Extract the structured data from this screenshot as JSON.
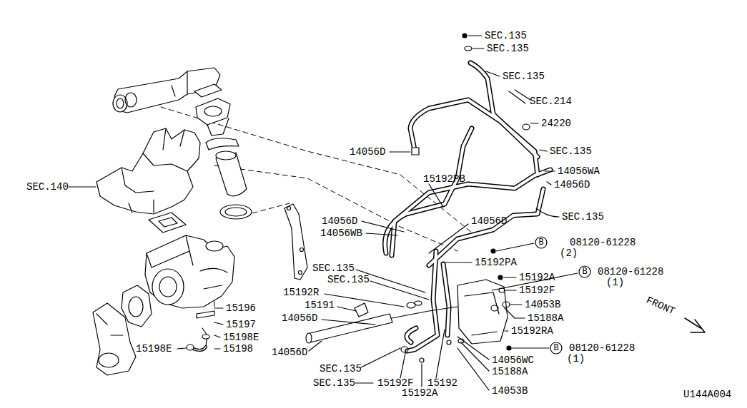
{
  "diagram": {
    "labels": [
      "SEC.135",
      "SEC.135",
      "SEC.135",
      "SEC.214",
      "24220",
      "14056D",
      "SEC.135",
      "14056WA",
      "15192PB",
      "14056D",
      "SEC.140",
      "SEC.135",
      "14056D",
      "14056D",
      "14056WB",
      "B",
      "08120-61228",
      "(2)",
      "15192PA",
      "SEC.135",
      "B",
      "08120-61228",
      "SEC.135",
      "15192A",
      "(1)",
      "15192F",
      "15192R",
      "14053B",
      "15191",
      "15196",
      "FRONT",
      "14056D",
      "15188A",
      "15197",
      "15192RA",
      "15198E",
      "15198E",
      "15198",
      "B",
      "08120-61228",
      "14056D",
      "(1)",
      "14056WC",
      "SEC.135",
      "15188A",
      "SEC.135",
      "15192F",
      "15192",
      "14053B",
      "15192A",
      "U144A004"
    ]
  }
}
